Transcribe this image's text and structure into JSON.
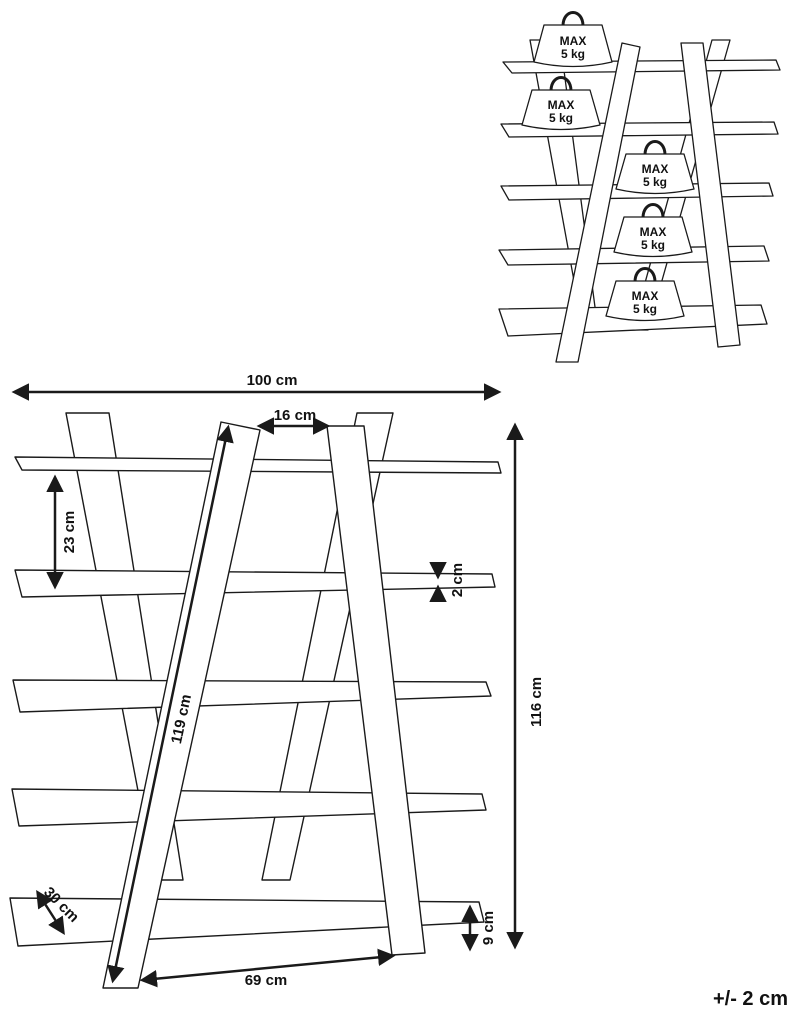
{
  "colors": {
    "line": "#1a1a1a",
    "fill": "#ffffff",
    "background": "#ffffff"
  },
  "weight_badges": [
    {
      "line1": "MAX",
      "line2": "5 kg"
    },
    {
      "line1": "MAX",
      "line2": "5 kg"
    },
    {
      "line1": "MAX",
      "line2": "5 kg"
    },
    {
      "line1": "MAX",
      "line2": "5 kg"
    },
    {
      "line1": "MAX",
      "line2": "5 kg"
    }
  ],
  "dimensions": {
    "total_width": "100 cm",
    "leg_top_width": "16 cm",
    "total_height": "116 cm",
    "shelf_gap": "23 cm",
    "shelf_thickness": "2 cm",
    "leg_length": "119 cm",
    "shelf_depth": "30 cm",
    "base_width": "69 cm",
    "floor_clearance": "9 cm"
  },
  "tolerance": "+/- 2 cm"
}
